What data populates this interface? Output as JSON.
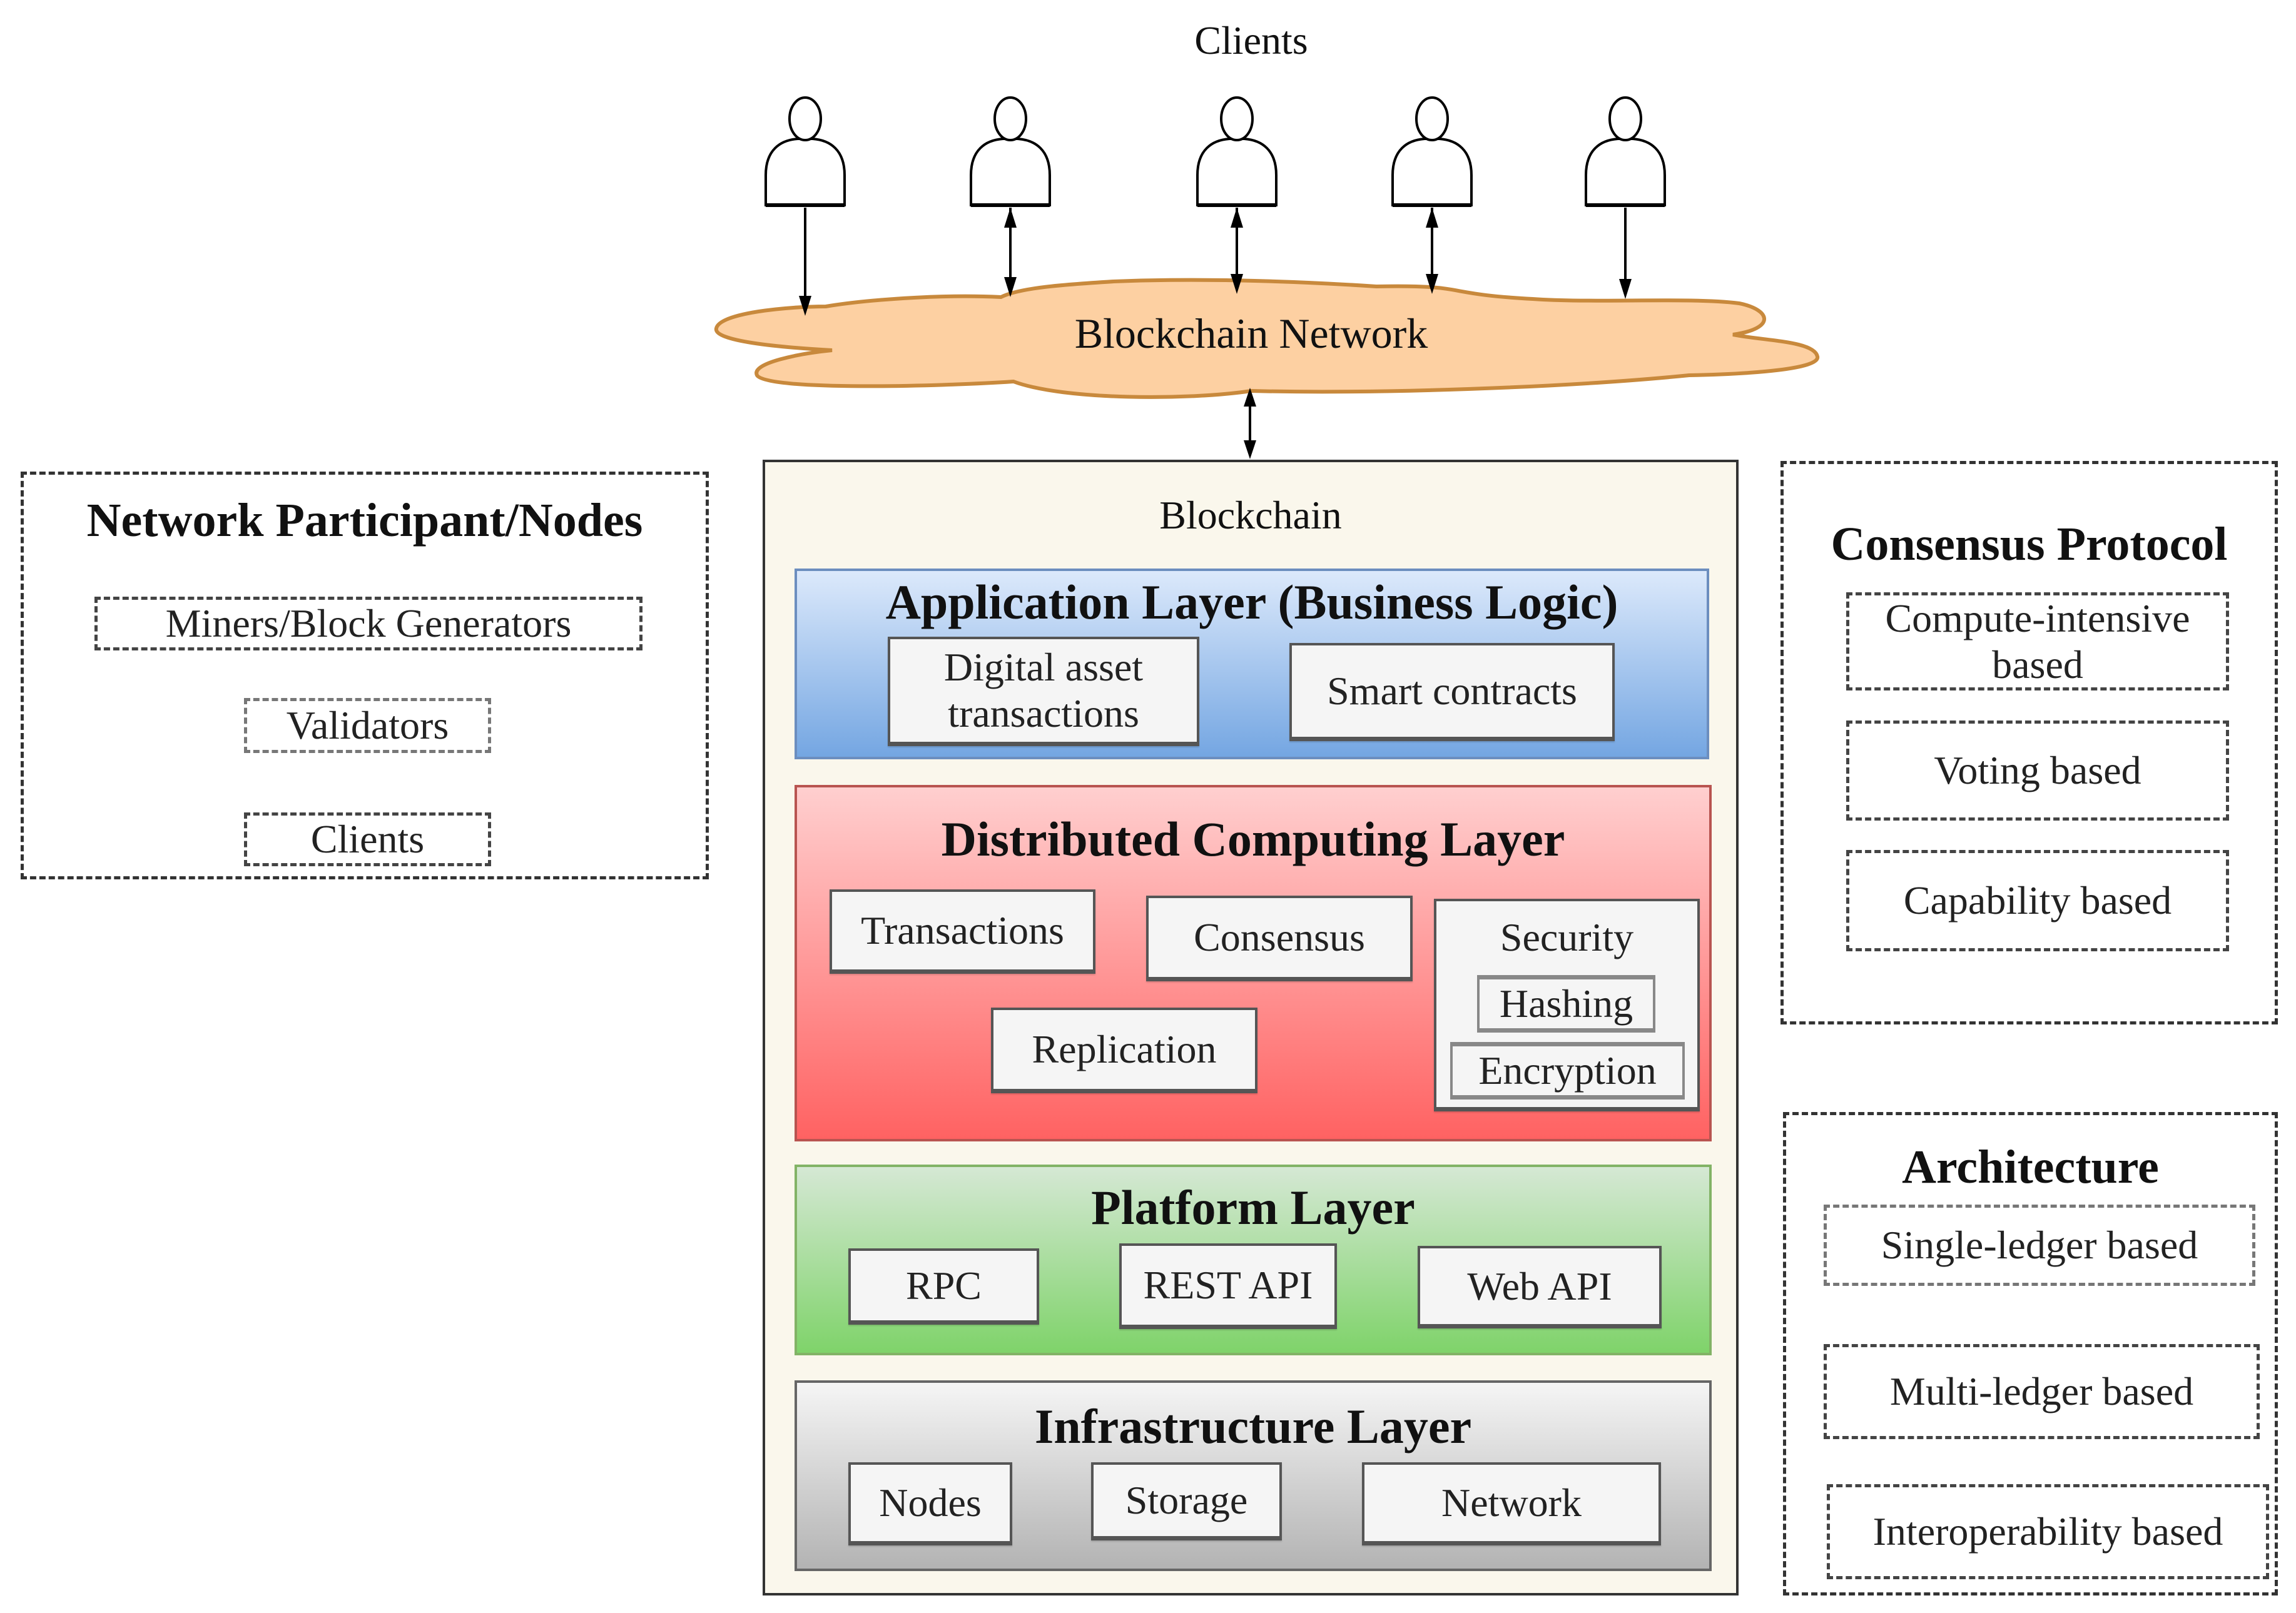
{
  "clients_title": "Clients",
  "clients": [
    {
      "name": "client-1",
      "arrow": "down"
    },
    {
      "name": "client-2",
      "arrow": "both"
    },
    {
      "name": "client-3",
      "arrow": "both"
    },
    {
      "name": "client-4",
      "arrow": "both"
    },
    {
      "name": "client-5",
      "arrow": "down"
    }
  ],
  "network": {
    "label": "Blockchain Network",
    "fill": "#fdd0a2",
    "stroke": "#c8893c"
  },
  "blockchain": {
    "title": "Blockchain",
    "layers": {
      "application": {
        "title": "Application Layer (Business Logic)",
        "components": [
          "Digital asset transactions",
          "Smart contracts"
        ],
        "component_lines": [
          [
            "Digital asset",
            "transactions"
          ],
          [
            "Smart contracts"
          ]
        ]
      },
      "distributed": {
        "title": "Distributed Computing Layer",
        "components": [
          "Transactions",
          "Consensus",
          "Replication"
        ],
        "security": {
          "title": "Security",
          "items": [
            "Hashing",
            "Encryption"
          ]
        }
      },
      "platform": {
        "title": "Platform Layer",
        "components": [
          "RPC",
          "REST API",
          "Web API"
        ]
      },
      "infrastructure": {
        "title": "Infrastructure Layer",
        "components": [
          "Nodes",
          "Storage",
          "Network"
        ]
      }
    }
  },
  "participants": {
    "title": "Network Participant/Nodes",
    "items": [
      "Miners/Block Generators",
      "Validators",
      "Clients"
    ]
  },
  "consensus": {
    "title": "Consensus Protocol",
    "items": [
      "Compute-intensive based",
      "Voting based",
      "Capability based"
    ],
    "item_lines": [
      [
        "Compute-intensive",
        "based"
      ],
      [
        "Voting based"
      ],
      [
        "Capability based"
      ]
    ]
  },
  "architecture": {
    "title": "Architecture",
    "items": [
      "Single-ledger based",
      "Multi-ledger based",
      "Interoperability based"
    ]
  }
}
